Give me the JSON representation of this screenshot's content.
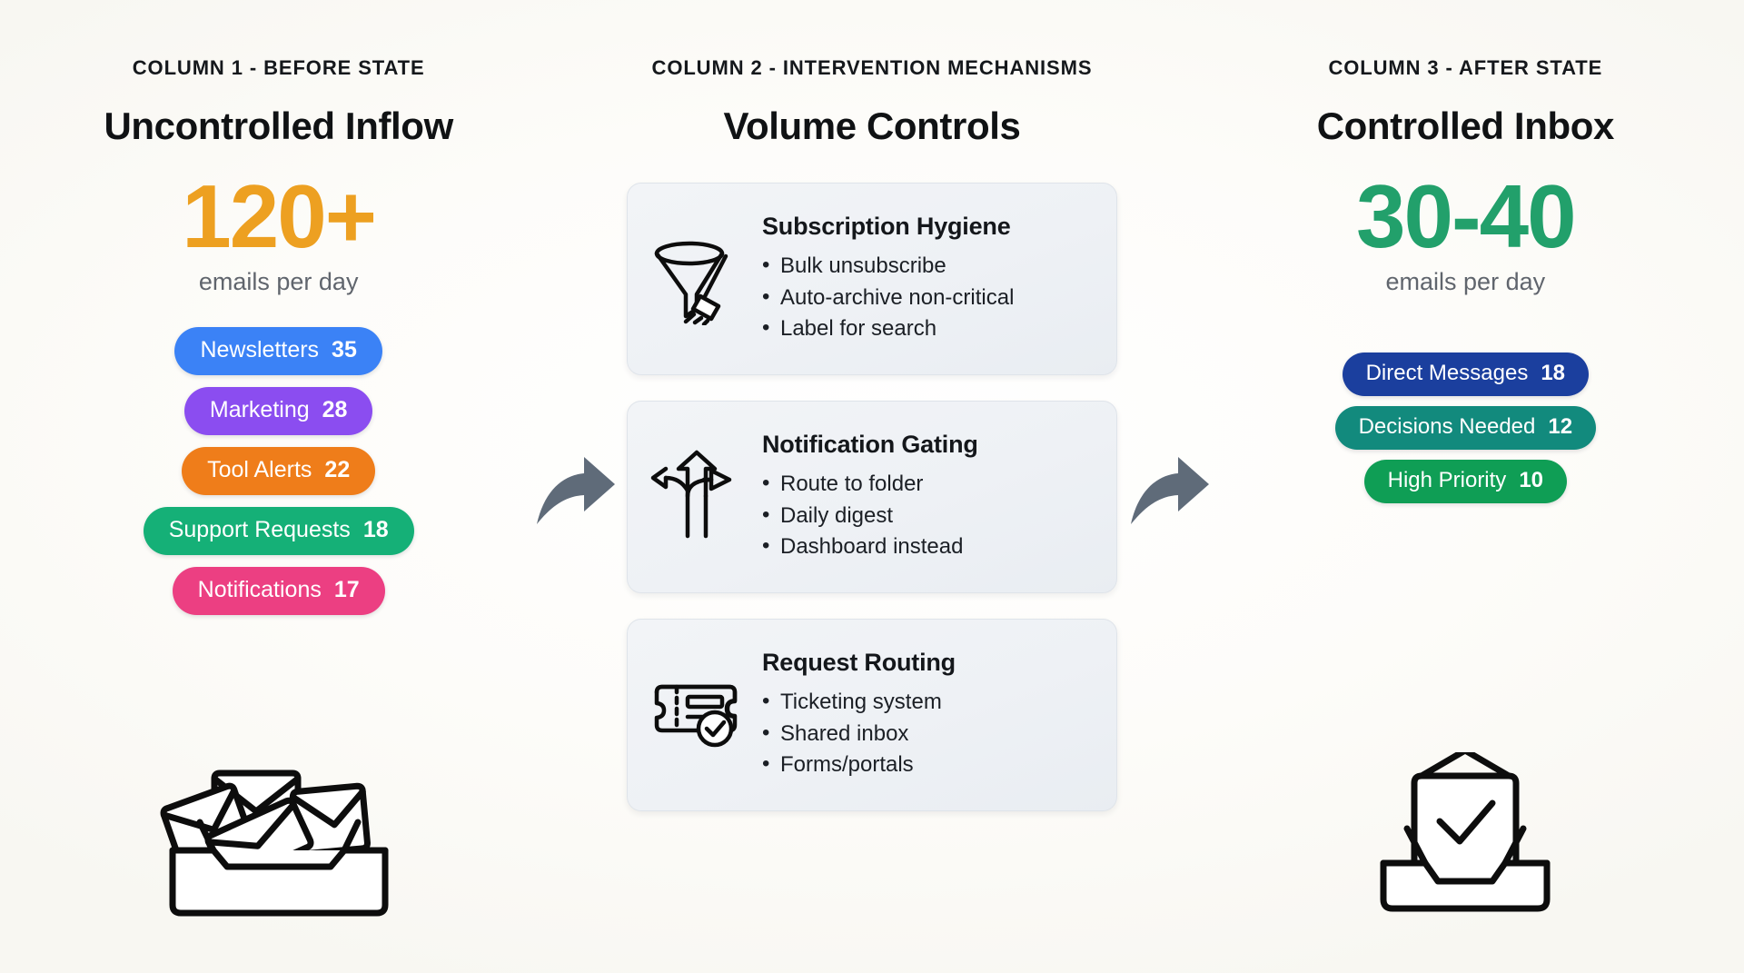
{
  "columns": {
    "before": {
      "kicker": "COLUMN 1 - BEFORE STATE",
      "headline": "Uncontrolled Inflow",
      "big_number": "120+",
      "big_number_color": "#eda021",
      "caption": "emails per day",
      "illustration": "overflowing-inbox-icon",
      "pills": [
        {
          "label": "Newsletters",
          "value": "35",
          "color": "#3b82f6"
        },
        {
          "label": "Marketing",
          "value": "28",
          "color": "#8b4df0"
        },
        {
          "label": "Tool Alerts",
          "value": "22",
          "color": "#ef7d1a"
        },
        {
          "label": "Support Requests",
          "value": "18",
          "color": "#15b077"
        },
        {
          "label": "Notifications",
          "value": "17",
          "color": "#ec3f82"
        }
      ]
    },
    "interventions": {
      "kicker": "COLUMN 2 - INTERVENTION MECHANISMS",
      "headline": "Volume Controls",
      "cards": [
        {
          "icon": "funnel-broom-icon",
          "title": "Subscription Hygiene",
          "items": [
            "Bulk unsubscribe",
            "Auto-archive non-critical",
            "Label for search"
          ]
        },
        {
          "icon": "three-way-arrow-icon",
          "title": "Notification Gating",
          "items": [
            "Route to folder",
            "Daily digest",
            "Dashboard instead"
          ]
        },
        {
          "icon": "ticket-check-icon",
          "title": "Request Routing",
          "items": [
            "Ticketing system",
            "Shared inbox",
            "Forms/portals"
          ]
        }
      ]
    },
    "after": {
      "kicker": "COLUMN 3 - AFTER STATE",
      "headline": "Controlled Inbox",
      "big_number": "30-40",
      "big_number_color": "#22a06b",
      "caption": "emails per day",
      "illustration": "inbox-check-icon",
      "pills": [
        {
          "label": "Direct Messages",
          "value": "18",
          "color": "#1b3f9e"
        },
        {
          "label": "Decisions Needed",
          "value": "12",
          "color": "#128a7d"
        },
        {
          "label": "High Priority",
          "value": "10",
          "color": "#0f9e55"
        }
      ]
    }
  },
  "connectors": [
    {
      "name": "arrow-before-to-controls",
      "color": "#5f6b79"
    },
    {
      "name": "arrow-controls-to-after",
      "color": "#5f6b79"
    }
  ],
  "chart_data": {
    "type": "bar",
    "title": "Email volume before vs after volume controls",
    "xlabel": "",
    "ylabel": "emails per day",
    "before_total": "120+",
    "after_total": "30-40",
    "series": [
      {
        "name": "Before State - Uncontrolled Inflow",
        "categories": [
          "Newsletters",
          "Marketing",
          "Tool Alerts",
          "Support Requests",
          "Notifications"
        ],
        "values": [
          35,
          28,
          22,
          18,
          17
        ]
      },
      {
        "name": "After State - Controlled Inbox",
        "categories": [
          "Direct Messages",
          "Decisions Needed",
          "High Priority"
        ],
        "values": [
          18,
          12,
          10
        ]
      }
    ]
  }
}
